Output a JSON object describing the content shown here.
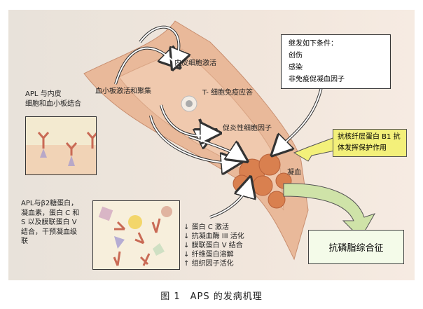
{
  "labels": {
    "apl_endothelial": [
      "APL 与内皮",
      "细胞和血小板结合"
    ],
    "platelet": "血小板激活和聚集",
    "endothelial_activation": "内皮细胞激活",
    "t_cell": "T- 细胞免疫应答",
    "cytokines": "促炎性细胞因子",
    "coagulation": "凝血",
    "beta2": [
      "APL与β2糖蛋白，",
      "凝血素，蛋白 C 和",
      "S 以及膜联蛋白 V",
      "结合，干预凝血级",
      "联"
    ]
  },
  "trigger_box": {
    "title": "继发如下条件：",
    "items": [
      "创伤",
      "感染",
      "非免疫促凝血因子"
    ]
  },
  "protective_box": "抗核纤层蛋白 B1 抗体发挥保护作用",
  "result_box": "抗磷脂综合征",
  "effects": [
    {
      "arrow": "↓",
      "text": "蛋白 C 激活"
    },
    {
      "arrow": "↓",
      "text": "抗凝血酶 III 活化"
    },
    {
      "arrow": "↓",
      "text": "膜联蛋白 V 结合"
    },
    {
      "arrow": "↓",
      "text": "纤维蛋白溶解"
    },
    {
      "arrow": "↑",
      "text": "组织因子活化"
    }
  ],
  "caption": "图 1　APS 的发病机理",
  "colors": {
    "vessel": "#e9b99a",
    "clot": "#d9804f",
    "yellow": "#f3f07a",
    "green_arrow": "#cfe3a8"
  }
}
